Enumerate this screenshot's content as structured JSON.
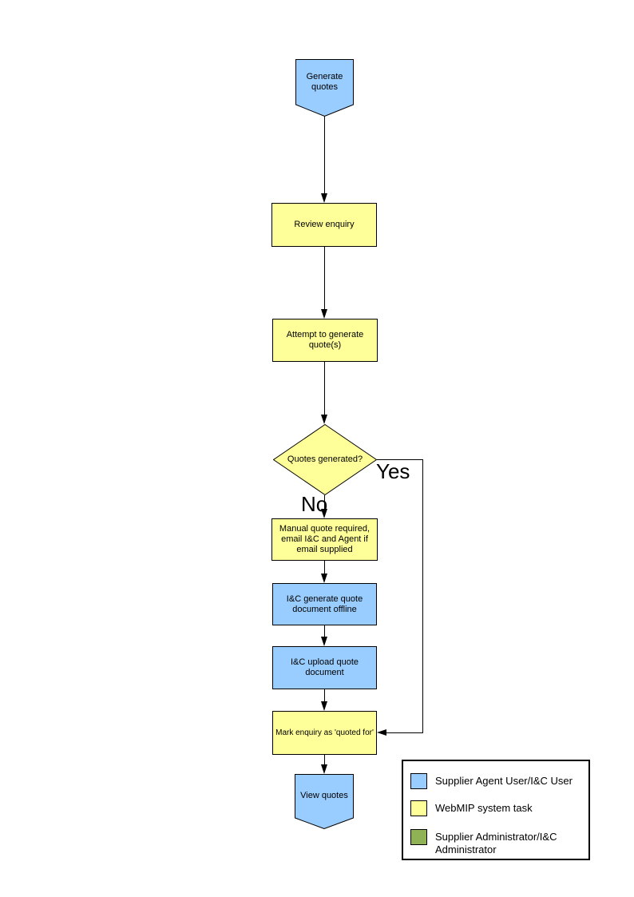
{
  "colors": {
    "user_task_fill": "#99CCFF",
    "system_task_fill": "#FFFF99",
    "admin_fill": "#8FB254",
    "shape_border": "#000000",
    "background": "#FFFFFF"
  },
  "flowchart": {
    "nodes": {
      "generate_quotes": {
        "label": "Generate quotes",
        "type": "offpage-connector",
        "role": "user"
      },
      "review_enquiry": {
        "label": "Review enquiry",
        "type": "process",
        "role": "system"
      },
      "attempt_generate": {
        "label": "Attempt to generate quote(s)",
        "type": "process",
        "role": "system"
      },
      "quotes_generated": {
        "label": "Quotes generated?",
        "type": "decision",
        "role": "system"
      },
      "manual_quote": {
        "label": "Manual quote required, email I&C and Agent if email supplied",
        "type": "process",
        "role": "system"
      },
      "ic_generate_offline": {
        "label": "I&C generate quote document offline",
        "type": "process",
        "role": "user"
      },
      "ic_upload": {
        "label": "I&C upload quote document",
        "type": "process",
        "role": "user"
      },
      "mark_enquiry": {
        "label": "Mark enquiry as 'quoted for'",
        "type": "process",
        "role": "system"
      },
      "view_quotes": {
        "label": "View quotes",
        "type": "offpage-connector",
        "role": "user"
      }
    },
    "branch_labels": {
      "yes": "Yes",
      "no": "No"
    }
  },
  "legend": {
    "items": [
      {
        "label": "Supplier Agent User/I&C User",
        "color": "#99CCFF"
      },
      {
        "label": "WebMIP system task",
        "color": "#FFFF99"
      },
      {
        "label": "Supplier Administrator/I&C Administrator",
        "color": "#8FB254"
      }
    ]
  }
}
